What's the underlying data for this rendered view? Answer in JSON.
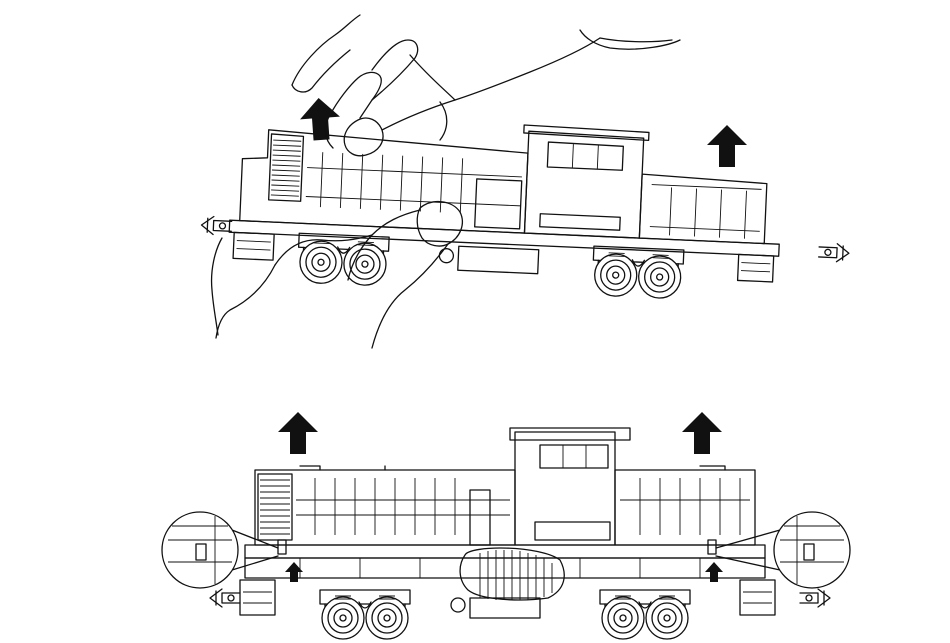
{
  "figure": {
    "panels": [
      {
        "id": "lift-by-hand",
        "arrow_count": 2
      },
      {
        "id": "lift-detail",
        "arrow_count": 4,
        "magnifier_count": 2
      }
    ]
  },
  "colors": {
    "line": "#111111",
    "background": "#ffffff"
  }
}
